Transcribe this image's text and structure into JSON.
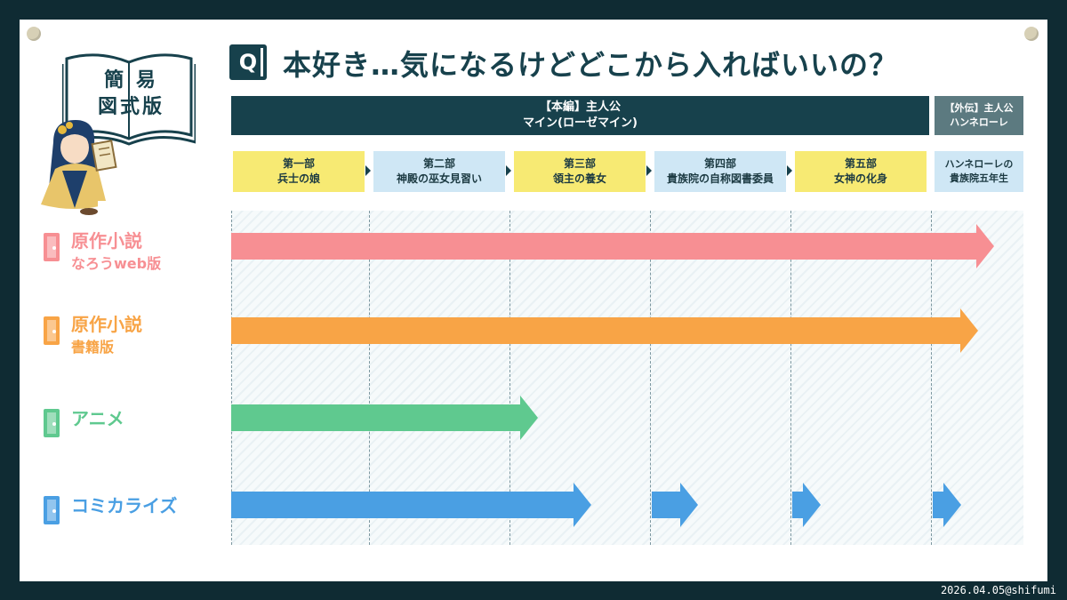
{
  "title": {
    "badge": "Q",
    "text": "本好き…気になるけどどこから入ればいいの？"
  },
  "logo": {
    "line1": "簡 易",
    "line2": "図式版"
  },
  "header": {
    "main_line1": "【本編】主人公",
    "main_line2": "マイン(ローゼマイン)",
    "side_line1": "【外伝】主人公",
    "side_line2": "ハンネローレ"
  },
  "parts": [
    {
      "line1": "第一部",
      "line2": "兵士の娘"
    },
    {
      "line1": "第二部",
      "line2": "神殿の巫女見習い"
    },
    {
      "line1": "第三部",
      "line2": "領主の養女"
    },
    {
      "line1": "第四部",
      "line2": "貴族院の自称図書委員"
    },
    {
      "line1": "第五部",
      "line2": "女神の化身"
    },
    {
      "line1": "ハンネローレの",
      "line2": "貴族院五年生"
    }
  ],
  "rows": [
    {
      "line1": "原作小説",
      "line2": "なろうweb版",
      "color": "#f78f93"
    },
    {
      "line1": "原作小説",
      "line2": "書籍版",
      "color": "#f8a446"
    },
    {
      "line1": "アニメ",
      "line2": "",
      "color": "#5fc98f"
    },
    {
      "line1": "コミカライズ",
      "line2": "",
      "color": "#4a9fe3"
    }
  ],
  "coverage": {
    "原作小説 なろうweb版": "第一部〜ハンネローレの貴族院五年生",
    "原作小説 書籍版": "第一部〜ハンネローレの貴族院五年生",
    "アニメ": "第一部〜第三部（途中）",
    "コミカライズ": "第一部〜第三部、第四部・第五部・外伝（一部）"
  },
  "credit": "2026.04.05@shifumi",
  "colors": {
    "navy": "#17414c",
    "yellow": "#f7ea73",
    "lightblue": "#cfe7f5",
    "background": "#0f2b33"
  }
}
